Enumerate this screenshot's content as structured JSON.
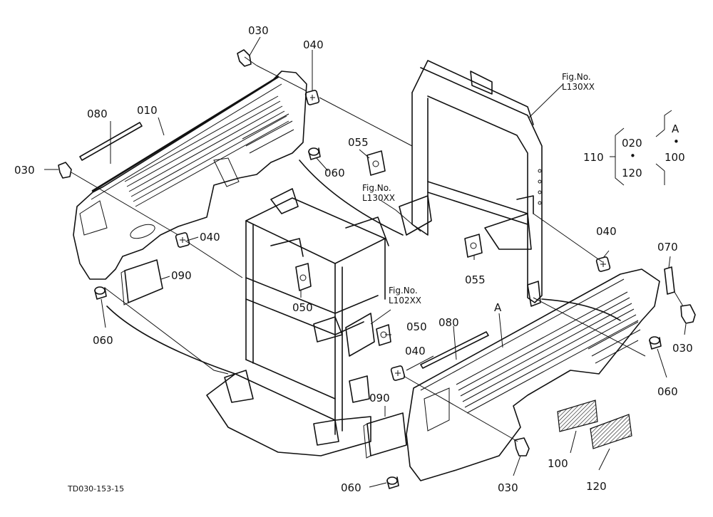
{
  "callouts": {
    "c030_top": "030",
    "c040_top": "040",
    "c080_left": "080",
    "c010": "010",
    "c030_left": "030",
    "c055_upper": "055",
    "c060_mid": "060",
    "c040_left": "040",
    "c090_left": "090",
    "c060_left": "060",
    "c050_a": "050",
    "c050_b": "050",
    "c055_lower": "055",
    "c040_right": "040",
    "c070": "070",
    "c030_right": "030",
    "c060_right": "060",
    "c080_right": "080",
    "c040_lower": "040",
    "c090_lower": "090",
    "c060_bottom": "060",
    "c030_bottom": "030",
    "c100": "100",
    "c120": "120",
    "c110": "110",
    "c020": "020",
    "c120_group": "120",
    "cA_group": "A",
    "c100_group": "100",
    "cA_ref": "A",
    "dot1": "•",
    "dot2": "•"
  },
  "fig_refs": {
    "ref1_a": "Fig.No.",
    "ref1_b": "L130XX",
    "ref2_a": "Fig.No.",
    "ref2_b": "L130XX",
    "ref3_a": "Fig.No.",
    "ref3_b": "L102XX"
  },
  "drawing_code": "TD030-153-15"
}
